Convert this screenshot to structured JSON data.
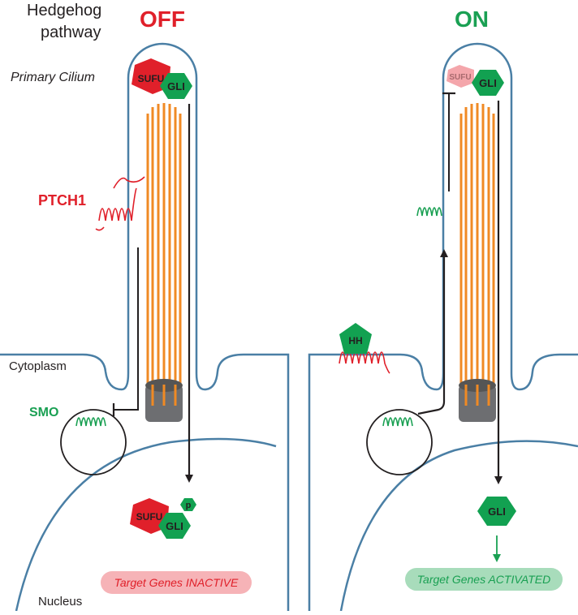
{
  "header": {
    "title_line1": "Hedgehog",
    "title_line2": "pathway",
    "off_label": "OFF",
    "on_label": "ON"
  },
  "labels": {
    "primary_cilium": "Primary Cilium",
    "ptch1": "PTCH1",
    "smo": "SMO",
    "cytoplasm": "Cytoplasm",
    "nucleus": "Nucleus",
    "sufu": "SUFU",
    "gli": "GLI",
    "p": "p",
    "hh": "HH"
  },
  "status": {
    "off": "Target Genes INACTIVE",
    "on": "Target Genes ACTIVATED"
  },
  "colors": {
    "membrane": "#4a7fa5",
    "sufu": "#e0202a",
    "sufu_inactive": "#f4a6ab",
    "gli": "#12a151",
    "microtubule": "#f08a24",
    "basal_body": "#6d6e71",
    "ptch1": "#e0202a",
    "smo": "#1aa053"
  }
}
